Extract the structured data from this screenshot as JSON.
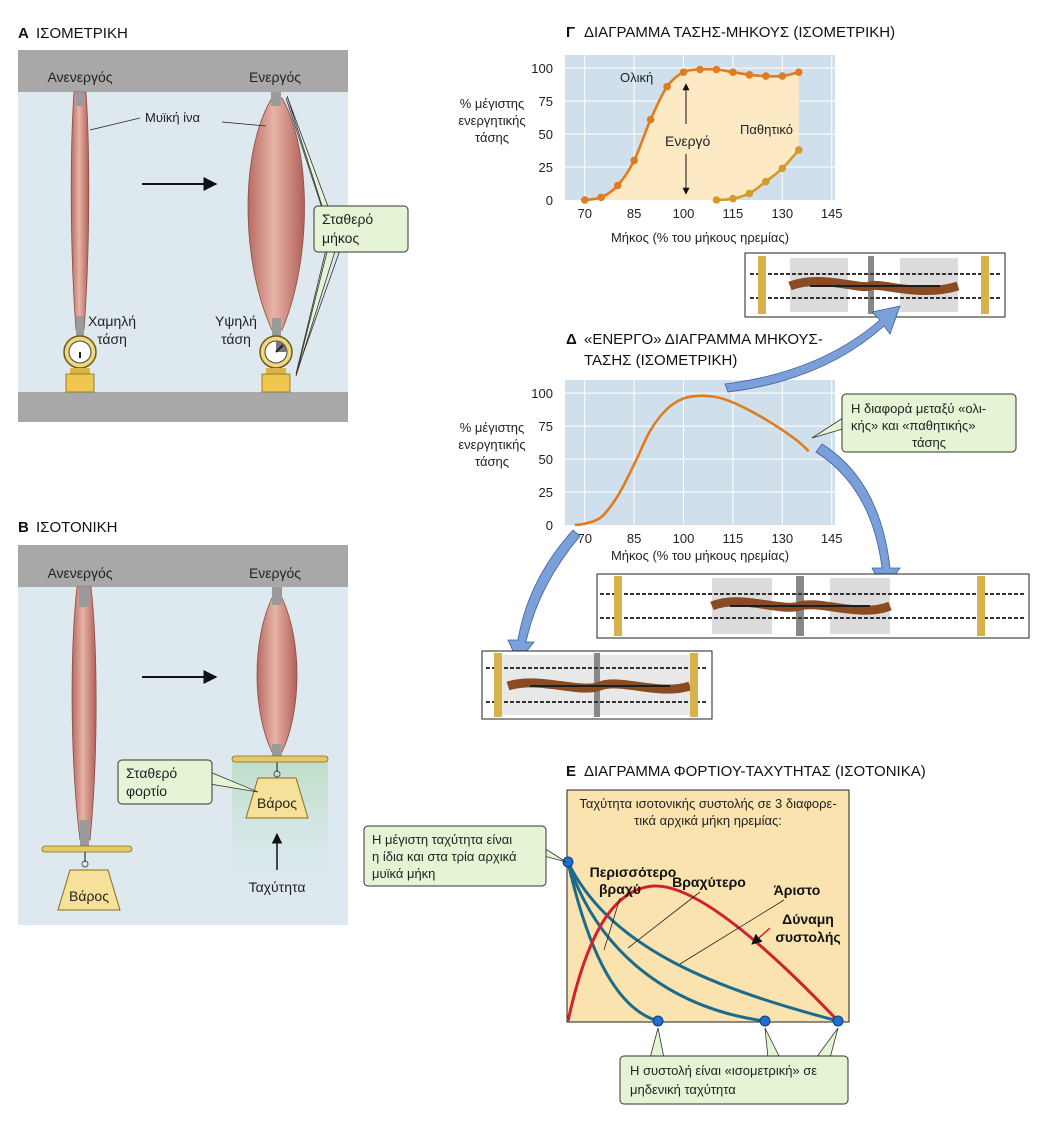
{
  "panel_a": {
    "letter": "A",
    "title": "ΙΣΟΜΕΤΡΙΚΗ",
    "inactive": "Ανενεργός",
    "active": "Ενεργός",
    "fiber": "Μυϊκή ίνα",
    "fixed_length": [
      "Σταθερό",
      "μήκος"
    ],
    "low_tension": [
      "Χαμηλή",
      "τάση"
    ],
    "high_tension": [
      "Υψηλή",
      "τάση"
    ]
  },
  "panel_b": {
    "letter": "B",
    "title": "ΙΣΟΤΟΝΙΚΗ",
    "inactive": "Ανενεργός",
    "active": "Ενεργός",
    "fixed_load": [
      "Σταθερό",
      "φορτίο"
    ],
    "weight": "Βάρος",
    "velocity": "Ταχύτητα"
  },
  "panel_g": {
    "letter": "Γ",
    "title": "ΔΙΑΓΡΑΜΜΑ ΤΑΣΗΣ-ΜΗΚΟΥΣ (ΙΣΟΜΕΤΡΙΚΗ)",
    "ylabel": [
      "% μέγιστης",
      "ενεργητικής",
      "τάσης"
    ],
    "xlabel": "Μήκος (% του μήκους ηρεμίας)",
    "total": "Ολική",
    "active": "Ενεργό",
    "passive": "Παθητικό"
  },
  "panel_d": {
    "letter": "Δ",
    "title": [
      "«ΕΝΕΡΓΟ» ΔΙΑΓΡΑΜΜΑ ΜΗΚΟΥΣ-",
      "ΤΑΣΗΣ (ΙΣΟΜΕΤΡΙΚΗ)"
    ],
    "ylabel": [
      "% μέγιστης",
      "ενεργητικής",
      "τάσης"
    ],
    "xlabel": "Μήκος (% του μήκους ηρεμίας)",
    "callout": [
      "Η διαφορά μεταξύ «ολι-",
      "κής» και «παθητικής»",
      "τάσης"
    ]
  },
  "panel_e": {
    "letter": "E",
    "title": "ΔΙΑΓΡΑΜΜΑ ΦΟΡΤΙΟΥ-ΤΑΧΥΤΗΤΑΣ (ΙΣΟΤΟΝΙΚΑ)",
    "header": [
      "Ταχύτητα ισοτονικής συστολής σε 3 διαφορε-",
      "τικά αρχικά μήκη ηρεμίας:"
    ],
    "more_short": [
      "Περισσότερο",
      "βραχύ"
    ],
    "shorter": "Βραχύτερο",
    "optimal": "Άριστο",
    "power": [
      "Δύναμη",
      "συστολής"
    ],
    "callout_top": [
      "Η μέγιστη ταχύτητα είναι",
      "η ίδια και στα τρία αρχικά",
      "μυϊκά μήκη"
    ],
    "callout_bottom": [
      "Η συστολή είναι «ισομετρική» σε",
      "μηδενική ταχύτητα"
    ]
  },
  "colors": {
    "panel_bg": "#dde9ef",
    "bar": "#a8a8a8",
    "chart_bg": "#cfe0ec",
    "chart_fill": "#fde9c4",
    "orange": "#e07b1f",
    "passive": "#d49b2a",
    "callout_bg": "#e6f4d6",
    "loadvel_bg": "#fbe3b0",
    "teal": "#1c6b8a",
    "red": "#d2202f",
    "arrow_blue": "#7b9fd9"
  },
  "chart_data": [
    {
      "type": "line",
      "x_ticks": [
        70,
        85,
        100,
        115,
        130,
        145
      ],
      "y_ticks": [
        0,
        25,
        50,
        75,
        100
      ],
      "xlim": [
        64,
        146
      ],
      "ylim": [
        0,
        110
      ],
      "series": [
        {
          "name": "Ολική",
          "x": [
            70,
            75,
            80,
            85,
            90,
            95,
            100,
            105,
            110,
            115,
            120,
            125,
            130,
            135
          ],
          "y": [
            0,
            2,
            11,
            30,
            61,
            86,
            97,
            99,
            99,
            97,
            95,
            94,
            94,
            97
          ]
        },
        {
          "name": "Παθητικό",
          "x": [
            110,
            115,
            120,
            125,
            130,
            135
          ],
          "y": [
            0,
            1,
            5,
            14,
            24,
            38
          ]
        }
      ]
    },
    {
      "type": "line",
      "x_ticks": [
        70,
        85,
        100,
        115,
        130,
        145
      ],
      "y_ticks": [
        0,
        25,
        50,
        75,
        100
      ],
      "xlim": [
        64,
        146
      ],
      "ylim": [
        0,
        110
      ],
      "series": [
        {
          "x": [
            67,
            70,
            75,
            80,
            85,
            90,
            95,
            100,
            105,
            110,
            115,
            120,
            125,
            130,
            135,
            138
          ],
          "y": [
            0,
            1,
            6,
            22,
            46,
            72,
            88,
            96,
            98,
            97,
            93,
            87,
            80,
            72,
            63,
            56
          ]
        }
      ]
    }
  ]
}
